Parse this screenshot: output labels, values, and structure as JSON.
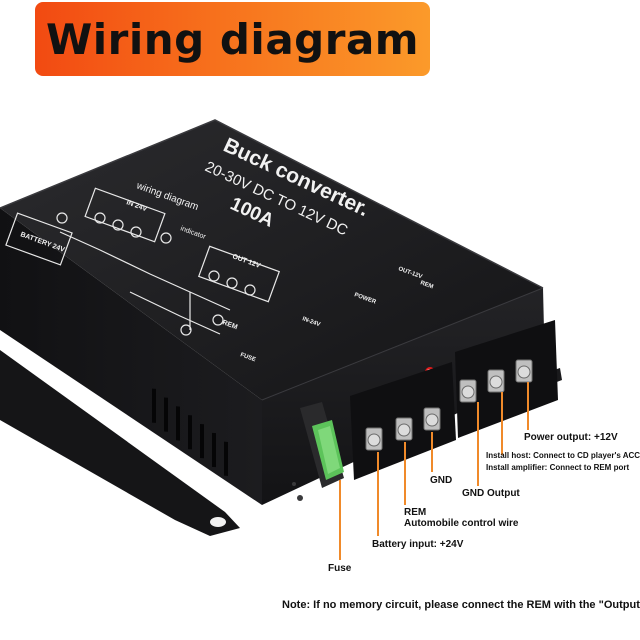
{
  "banner": {
    "title": "Wiring diagram"
  },
  "device": {
    "brand_text": "Buck converter.",
    "spec_text": "20-30V DC TO 12V DC",
    "rating_text": "100A",
    "panel": {
      "heading": "wiring diagram",
      "in_label": "IN 24V",
      "out_label": "OUT 12V",
      "battery_label": "BATTERY 24V",
      "indicator_label": "indicator",
      "rem_label": "REM",
      "fuse_label": "FUSE"
    },
    "side": {
      "power_label": "POWER",
      "out_label": "OUT-12V",
      "in_label": "IN-24V",
      "rem_label": "REM"
    }
  },
  "callouts": {
    "power_output": "Power output: +12V",
    "install_host": "Install host: Connect to CD player's ACC wire",
    "install_amp": "Install amplifier: Connect to REM port",
    "gnd_output": "GND Output",
    "gnd": "GND",
    "rem": "REM",
    "rem_desc": "Automobile control wire",
    "battery_input": "Battery input: +24V",
    "fuse": "Fuse"
  },
  "note": "Note: If no memory circuit, please connect the REM with the \"Output\"",
  "colors": {
    "banner_start": "#f24a12",
    "banner_end": "#fb9a2a",
    "callout_line": "#f08a2a",
    "device_body": "#1d1d1f"
  }
}
